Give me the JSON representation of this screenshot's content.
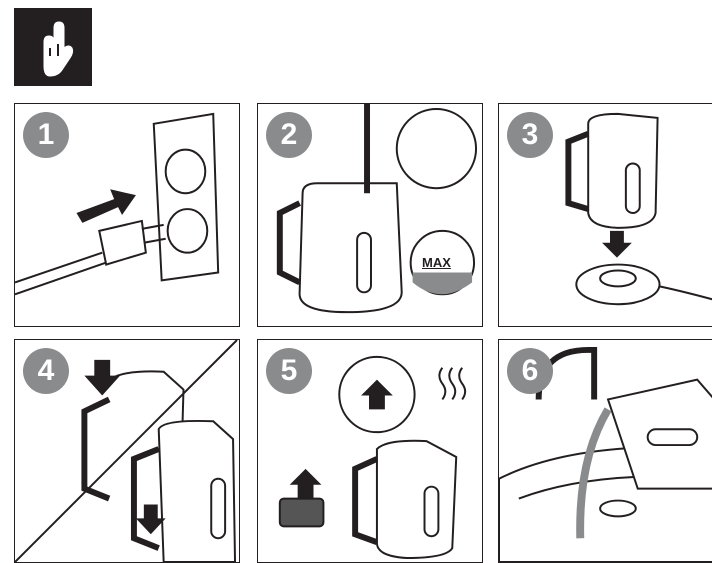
{
  "steps": [
    {
      "number": "1"
    },
    {
      "number": "2",
      "label": "MAX"
    },
    {
      "number": "3"
    },
    {
      "number": "4"
    },
    {
      "number": "5"
    },
    {
      "number": "6"
    }
  ],
  "icons": {
    "logo": "hand-pointing-icon"
  }
}
